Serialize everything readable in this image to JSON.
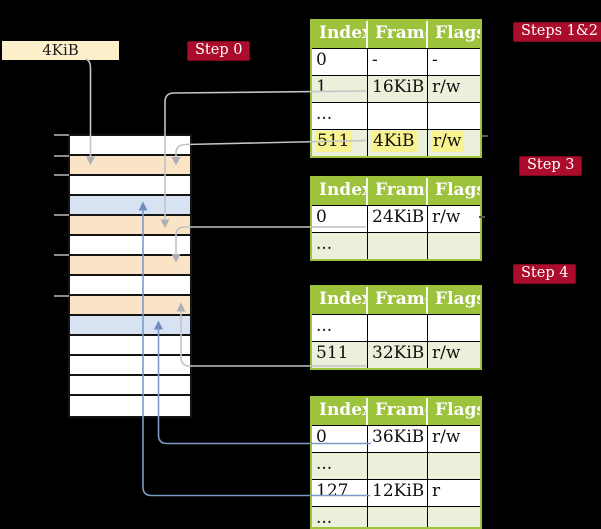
{
  "page_box": {
    "label": "4KiB"
  },
  "steps": {
    "step0": "Step 0",
    "steps12": "Steps 1&2",
    "step3": "Step 3",
    "step4": "Step 4"
  },
  "memory": {
    "rows": [
      "plain",
      "orange",
      "plain",
      "blue",
      "orange",
      "plain",
      "orange",
      "plain",
      "orange",
      "blue",
      "plain",
      "plain",
      "plain",
      "plain"
    ],
    "ticks": [
      134,
      155,
      174,
      214,
      254,
      295
    ]
  },
  "tables": [
    {
      "columns": [
        "Index",
        "Frame",
        "Flags"
      ],
      "rows": [
        {
          "index": "0",
          "frame": "-",
          "flags": "-"
        },
        {
          "index": "1",
          "frame": "16KiB",
          "flags": "r/w"
        },
        {
          "index": "...",
          "frame": "",
          "flags": ""
        },
        {
          "index": "511",
          "frame": "4KiB",
          "flags": "r/w"
        }
      ]
    },
    {
      "columns": [
        "Index",
        "Frame",
        "Flags"
      ],
      "rows": [
        {
          "index": "0",
          "frame": "24KiB",
          "flags": "r/w"
        },
        {
          "index": "...",
          "frame": "",
          "flags": ""
        }
      ]
    },
    {
      "columns": [
        "Index",
        "Frame",
        "Flags"
      ],
      "rows": [
        {
          "index": "...",
          "frame": "",
          "flags": ""
        },
        {
          "index": "511",
          "frame": "32KiB",
          "flags": "r/w"
        }
      ]
    },
    {
      "columns": [
        "Index",
        "Frame",
        "Flags"
      ],
      "rows": [
        {
          "index": "0",
          "frame": "36KiB",
          "flags": "r/w"
        },
        {
          "index": "...",
          "frame": "",
          "flags": ""
        },
        {
          "index": "127",
          "frame": "12KiB",
          "flags": "r"
        },
        {
          "index": "...",
          "frame": "",
          "flags": ""
        }
      ]
    }
  ],
  "colors": {
    "background": "#000000",
    "label_red": "#AB0C2B",
    "label_text": "#FFFFFF",
    "table_header_green": "#9DC23B",
    "table_border_green": "#9DC23B",
    "table_row_green": "#EAF0DA",
    "highlight_yellow": "#F9F38F",
    "memory_orange": "#FBE3C6",
    "memory_blue": "#D7E3F3",
    "page_box_cream": "#FCF0CB",
    "connector_gray": "#C2C3C7",
    "arrow_gray": "#ABAFB6",
    "connector_blue": "#7D9AC6",
    "arrow_blue": "#6E8EBF",
    "tick_gray": "#8C8C8C",
    "dash_dark": "#55584E"
  }
}
